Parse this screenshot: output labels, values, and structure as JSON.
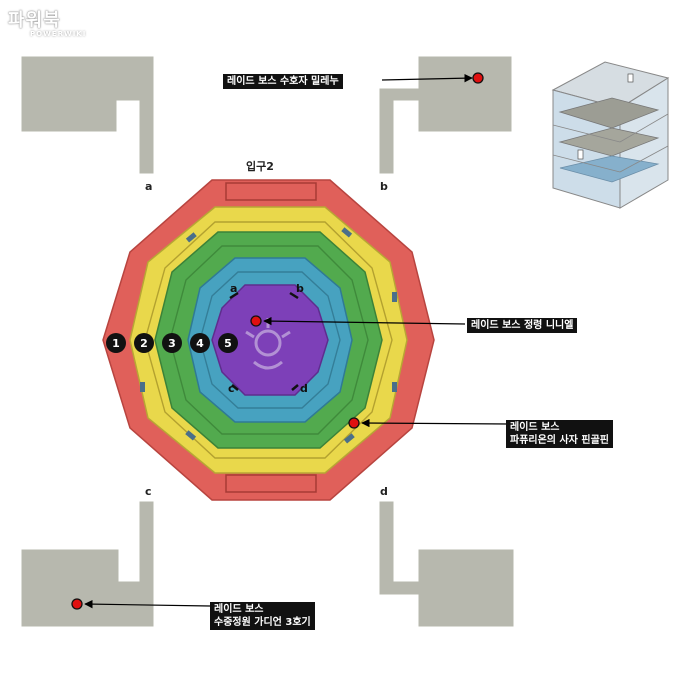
{
  "watermark": {
    "brand": "파워북",
    "sub": "POWERWIKI"
  },
  "entrance_label": "입구2",
  "rooms": {
    "a": "a",
    "b": "b",
    "c": "c",
    "d": "d"
  },
  "inner_labels": {
    "a": "a",
    "b": "b",
    "c": "c",
    "d": "d"
  },
  "zones": [
    "1",
    "2",
    "3",
    "4",
    "5"
  ],
  "bosses": {
    "millenu": {
      "lines": [
        "레이드 보스 수호자 밀레누"
      ]
    },
    "ninielle": {
      "lines": [
        "레이드 보스 정령 니니엘"
      ]
    },
    "pingolpin": {
      "lines": [
        "레이드 보스",
        "파퓨리온의 사자 핀골핀"
      ]
    },
    "guardian": {
      "lines": [
        "레이드 보스",
        "수중정원 가디언 3호기"
      ]
    }
  },
  "colors": {
    "zone1": "#e0605a",
    "zone2": "#e9d84b",
    "zone3": "#52aa4e",
    "zone4": "#47a2c0",
    "zone5": "#7d40b8",
    "room": "#b7b8ae",
    "marker": "#e01010"
  },
  "icons": {
    "cube": "building-cube-icon",
    "marker": "boss-marker-icon",
    "arrow": "pointer-arrow-icon"
  }
}
